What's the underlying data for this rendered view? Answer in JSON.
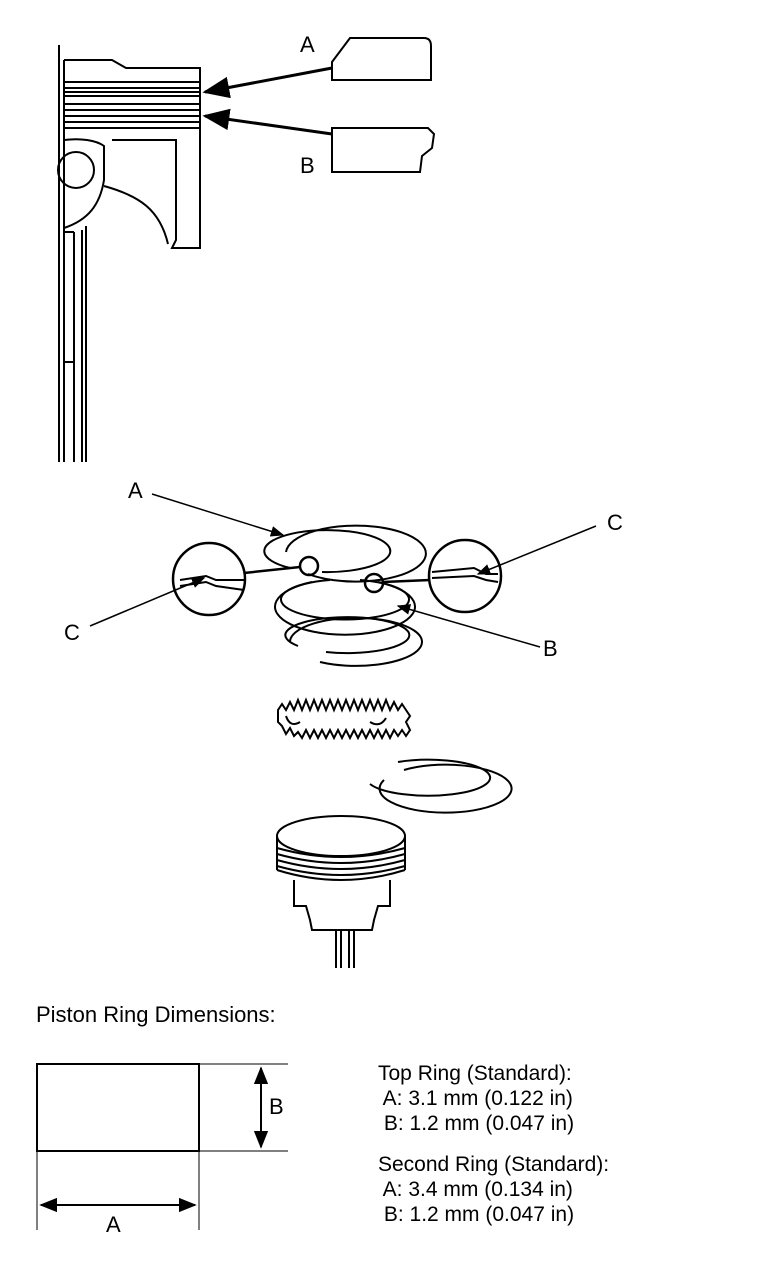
{
  "section1": {
    "label_a": "A",
    "label_b": "B"
  },
  "section2": {
    "label_a": "A",
    "label_b": "B",
    "label_c_left": "C",
    "label_c_right": "C"
  },
  "dimensions": {
    "heading": "Piston Ring Dimensions:",
    "label_a": "A",
    "label_b": "B",
    "top_ring": {
      "title": "Top Ring (Standard):",
      "a": " A: 3.1 mm (0.122 in)",
      "b": " B: 1.2 mm (0.047 in)"
    },
    "second_ring": {
      "title": "Second Ring (Standard):",
      "a": " A: 3.4 mm (0.134 in)",
      "b": " B: 1.2 mm (0.047 in)"
    }
  }
}
